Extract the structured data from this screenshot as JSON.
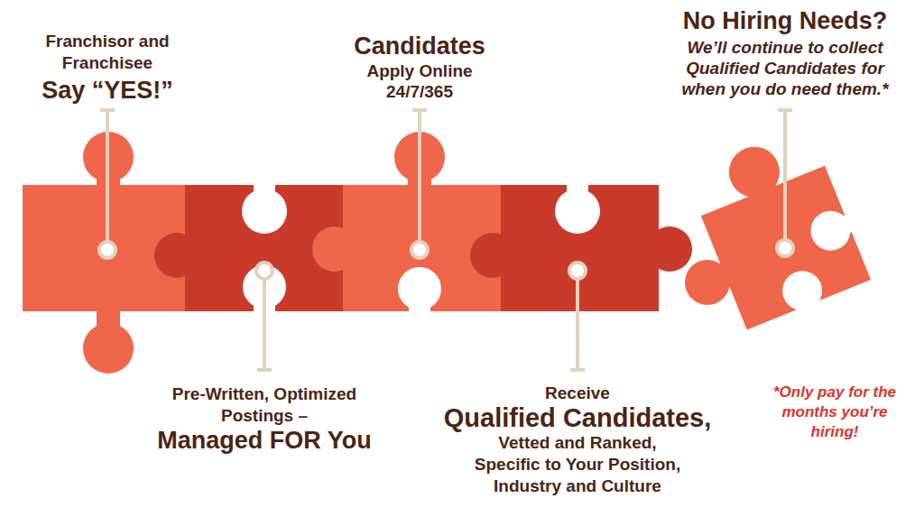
{
  "diagram": {
    "nodes": [
      {
        "text": [
          "Franchisor and Franchisee",
          "Say “YES!”"
        ]
      },
      {
        "text": [
          "Pre-Written, Optimized Postings –",
          "Managed FOR You"
        ]
      },
      {
        "text": [
          "Candidates",
          "Apply Online 24/7/365"
        ]
      },
      {
        "text": [
          "Receive",
          "Qualified Candidates,",
          "Vetted and Ranked, Specific to Your Position, Industry and Culture"
        ]
      },
      {
        "text": [
          "No Hiring Needs?",
          "We’ll continue to collect Qualified Candidates for when you do need them.*"
        ]
      }
    ],
    "labels": [
      "*Only pay for the months you’re hiring!"
    ]
  }
}
